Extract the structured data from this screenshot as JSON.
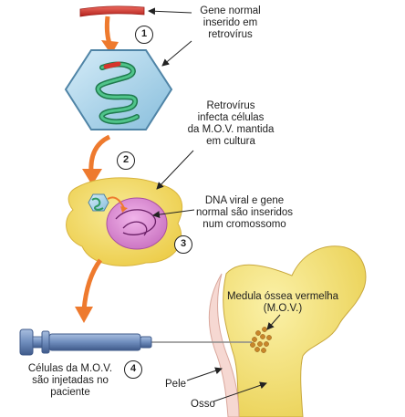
{
  "colors": {
    "gene": "#d6342c",
    "arrow": "#ee7a2e",
    "capsid": "#a9d3ea",
    "rna": "#37a26f",
    "cell": "#f2e070",
    "nucleus": "#d78ad0",
    "bone": "#f0dd6a",
    "syringe": "#6d8bbb",
    "marrow_cells": "#c8862a"
  },
  "labels": {
    "gene": "Gene normal\ninserido em\nretrovírus",
    "infect": "Retrovírus\ninfecta células\nda M.O.V. mantida\nem cultura",
    "dna": "DNA viral e gene\nnormal são inseridos\nnum cromossomo",
    "marrow": "Medula óssea vermelha\n(M.O.V.)",
    "inject": "Células da M.O.V.\nsão injetadas no\npaciente",
    "skin": "Pele",
    "bone": "Osso"
  },
  "steps": [
    "1",
    "2",
    "3",
    "4"
  ]
}
